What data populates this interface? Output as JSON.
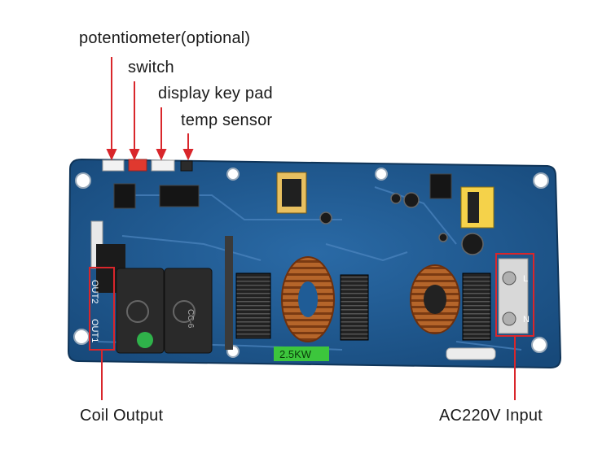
{
  "labels": {
    "potentiometer": "potentiometer(optional)",
    "switch": "switch",
    "display_key_pad": "display key pad",
    "temp_sensor": "temp sensor",
    "coil_output": "Coil Output",
    "ac_input": "AC220V Input"
  },
  "board": {
    "power_label": "2.5KW",
    "out2": "OUT2",
    "out1": "OUT1",
    "terminal_l": "L",
    "terminal_n": "N",
    "relay_text": "CC-6"
  },
  "colors": {
    "board": "#1f5c96",
    "annotation": "#d9262b",
    "power_label_bg": "#3cc63c"
  }
}
